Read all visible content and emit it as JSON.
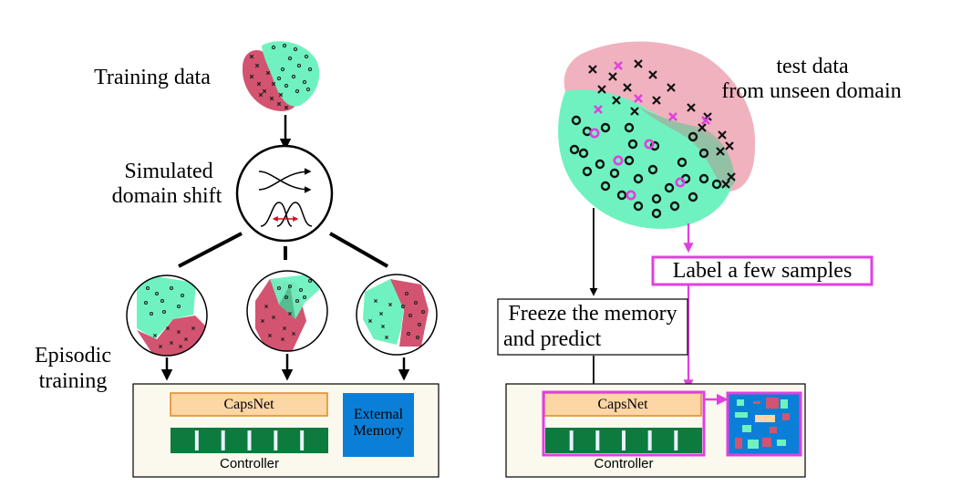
{
  "left_panel": {
    "training_data_label": "Training data",
    "shift_label_line1": "Simulated",
    "shift_label_line2": "domain shift",
    "episodic_label_line1": "Episodic",
    "episodic_label_line2": "training",
    "capsnet_label": "CapsNet",
    "memory_label_line1": "External",
    "memory_label_line2": "Memory",
    "controller_label": "Controller"
  },
  "right_panel": {
    "test_label_line1": "test data",
    "test_label_line2": "from unseen domain",
    "label_samples": "Label a few samples",
    "freeze_line1": "Freeze the memory",
    "freeze_line2": "and predict",
    "capsnet_label": "CapsNet",
    "controller_label": "Controller"
  },
  "colors": {
    "red_class": "#d35470",
    "green_class": "#6ff2c0",
    "capsnet_fill": "#fcd6a4",
    "capsnet_stroke": "#e08a20",
    "controller_fill": "#0d7a3e",
    "memory_fill": "#0b7fd8",
    "highlight": "#e040e0",
    "panel_fill": "#fbf9ee"
  }
}
